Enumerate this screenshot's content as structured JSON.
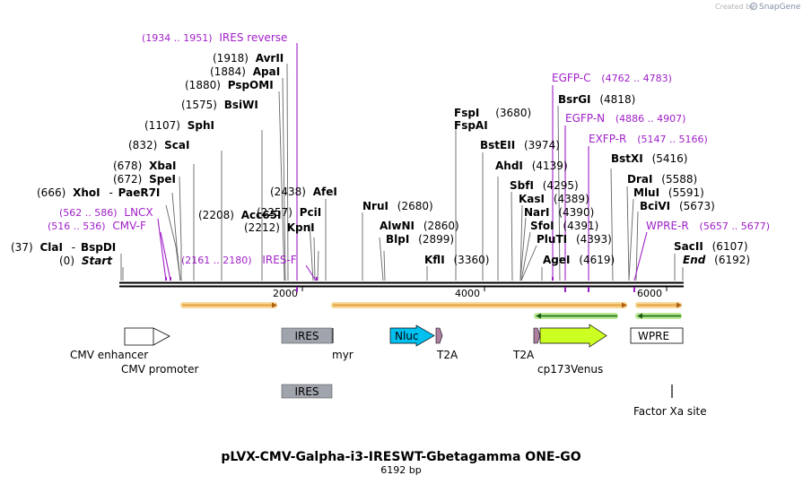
{
  "branding": "Created by",
  "brand_name": "SnapGene",
  "plasmid": {
    "name": "pLVX-CMV-Galpha-i3-IRESWT-Gbetagamma ONE-GO",
    "size_label": "6192 bp"
  },
  "scale_ticks": [
    "2000",
    "4000",
    "6000"
  ],
  "site_labels": {
    "start": {
      "pos": "(0)",
      "name": "Start"
    },
    "clai": {
      "pos": "(37)",
      "name": "ClaI",
      "sep": "-",
      "name2": "BspDI"
    },
    "xhoi": {
      "pos": "(666)",
      "name": "XhoI",
      "sep": "-",
      "name2": "PaeR7I"
    },
    "spei": {
      "pos": "(672)",
      "name": "SpeI"
    },
    "xbai": {
      "pos": "(678)",
      "name": "XbaI"
    },
    "scai": {
      "pos": "(832)",
      "name": "ScaI"
    },
    "sphi": {
      "pos": "(1107)",
      "name": "SphI"
    },
    "bsiwi": {
      "pos": "(1575)",
      "name": "BsiWI"
    },
    "pspomi": {
      "pos": "(1880)",
      "name": "PspOMI"
    },
    "apai": {
      "pos": "(1884)",
      "name": "ApaI"
    },
    "avrii": {
      "pos": "(1918)",
      "name": "AvrII"
    },
    "acc65i": {
      "pos": "(2208)",
      "name": "Acc65I"
    },
    "kpni": {
      "pos": "(2212)",
      "name": "KpnI"
    },
    "pcii": {
      "pos": "(2257)",
      "name": "PciI"
    },
    "afei": {
      "pos": "(2438)",
      "name": "AfeI"
    },
    "nrui": {
      "pos": "(2680)",
      "name": "NruI"
    },
    "alwni": {
      "pos": "(2860)",
      "name": "AlwNI"
    },
    "blpi": {
      "pos": "(2899)",
      "name": "BlpI"
    },
    "kfli": {
      "pos": "(3360)",
      "name": "KflI"
    },
    "fspi": {
      "pos": "(3680)",
      "name": "FspI"
    },
    "fspai": {
      "name": "FspAI"
    },
    "bsteii": {
      "pos": "(3974)",
      "name": "BstEII"
    },
    "ahdi": {
      "pos": "(4139)",
      "name": "AhdI"
    },
    "sbfi": {
      "pos": "(4295)",
      "name": "SbfI"
    },
    "kasi": {
      "pos": "(4389)",
      "name": "KasI"
    },
    "nari": {
      "pos": "(4390)",
      "name": "NarI"
    },
    "sfoi": {
      "pos": "(4391)",
      "name": "SfoI"
    },
    "pluti": {
      "pos": "(4393)",
      "name": "PluTI"
    },
    "agei": {
      "pos": "(4619)",
      "name": "AgeI"
    },
    "bsrgi": {
      "pos": "(4818)",
      "name": "BsrGI"
    },
    "bstxi": {
      "pos": "(5416)",
      "name": "BstXI"
    },
    "drai": {
      "pos": "(5588)",
      "name": "DraI"
    },
    "mlui": {
      "pos": "(5591)",
      "name": "MluI"
    },
    "bcivi": {
      "pos": "(5673)",
      "name": "BciVI"
    },
    "sacii": {
      "pos": "(6107)",
      "name": "SacII"
    },
    "end": {
      "pos": "(6192)",
      "name": "End"
    }
  },
  "primer_labels": {
    "ires_reverse": {
      "pos": "(1934 .. 1951)",
      "name": "IRES reverse"
    },
    "lncx": {
      "pos": "(562 .. 586)",
      "name": "LNCX"
    },
    "cmv_f": {
      "pos": "(516 .. 536)",
      "name": "CMV-F"
    },
    "ires_f": {
      "pos": "(2161 .. 2180)",
      "name": "IRES-F"
    },
    "egfp_c": {
      "pos": "(4762 .. 4783)",
      "name": "EGFP-C"
    },
    "egfp_n": {
      "pos": "(4886 .. 4907)",
      "name": "EGFP-N"
    },
    "exfp_r": {
      "pos": "(5147 .. 5166)",
      "name": "EXFP-R"
    },
    "wpre_r": {
      "pos": "(5657 .. 5677)",
      "name": "WPRE-R"
    }
  },
  "features": {
    "cmv_enhancer": "CMV enhancer",
    "cmv_promoter": "CMV promoter",
    "ires": "IRES",
    "ires2": "IRES",
    "myr": "myr",
    "nluc": "Nluc",
    "t2a_1": "T2A",
    "t2a_2": "T2A",
    "cp173venus": "cp173Venus",
    "wpre": "WPRE",
    "factor_xa": "Factor Xa site"
  },
  "colors": {
    "primer": "#a020c8",
    "orf_arrow": "#e8a040",
    "orf_glow": "#f4d080",
    "reverse_arrow": "#2e7d1e",
    "reverse_glow": "#b8e890",
    "nluc": "#00c0f0",
    "venus": "#ccff22",
    "t2a": "#b080a0",
    "ires_box": "#a0a4ac"
  }
}
